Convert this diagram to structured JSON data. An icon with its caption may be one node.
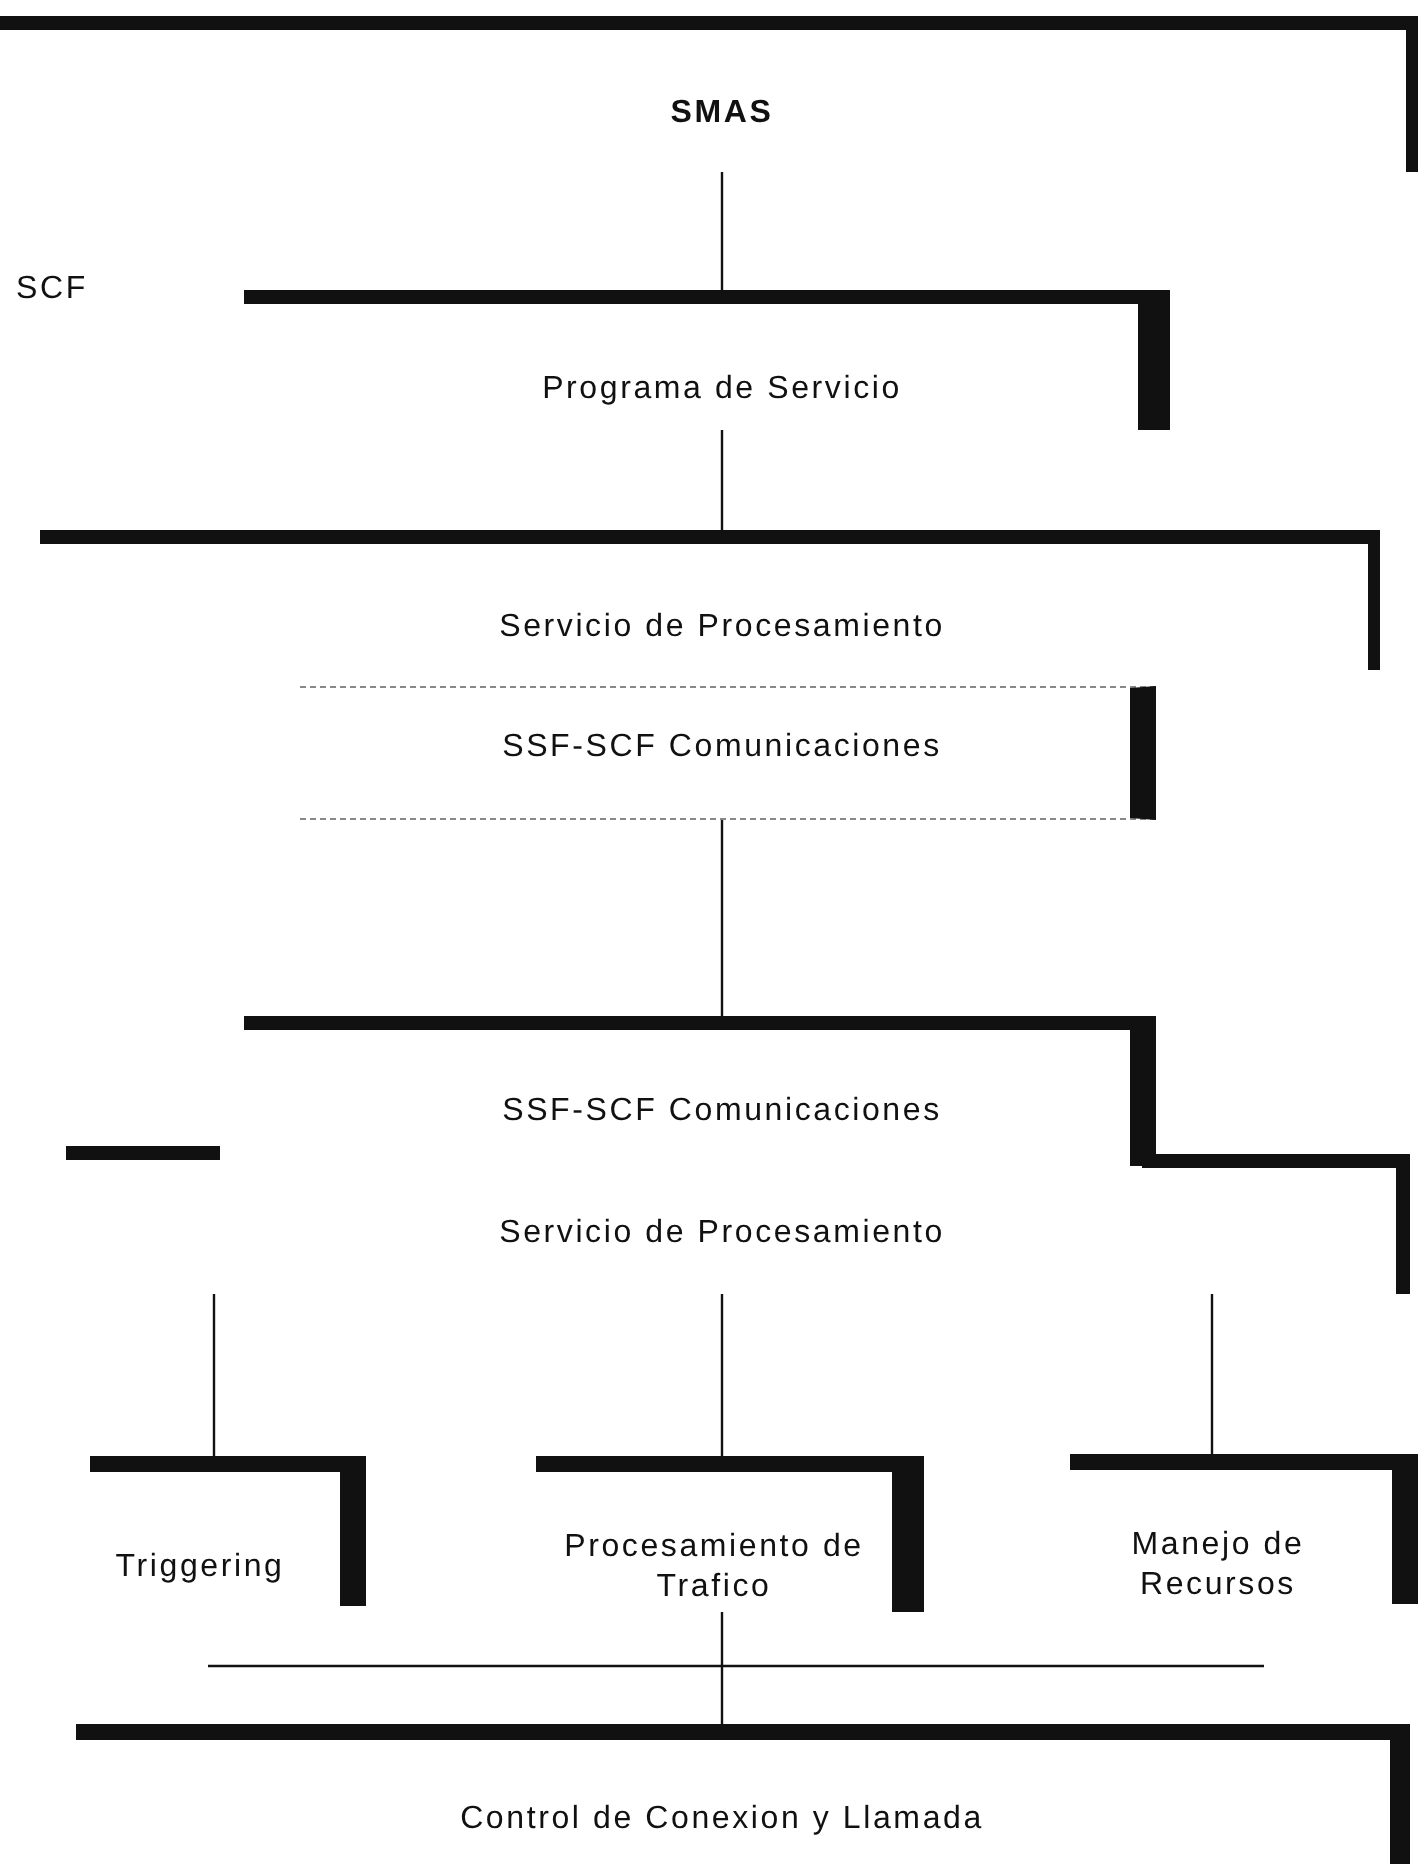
{
  "diagram": {
    "nodes": [
      {
        "text": [
          "SMAS"
        ]
      },
      {
        "text": [
          "Programa de Servicio"
        ]
      },
      {
        "text": [
          "Servicio de Procesamiento"
        ]
      },
      {
        "text": [
          "SSF-SCF Comunicaciones"
        ]
      },
      {
        "text": [
          "SSF-SCF Comunicaciones"
        ]
      },
      {
        "text": [
          "Servicio de Procesamiento"
        ]
      },
      {
        "text": [
          "Triggering"
        ]
      },
      {
        "text": [
          "Procesamiento de Trafico"
        ]
      },
      {
        "text": [
          "Manejo de Recursos"
        ]
      },
      {
        "text": [
          "Control de Conexion y Llamada"
        ]
      }
    ],
    "edges": [
      {
        "from": 0,
        "to": 1,
        "arrow": "none"
      },
      {
        "from": 1,
        "to": 2,
        "arrow": "none"
      },
      {
        "from": 3,
        "to": 4,
        "arrow": "none"
      },
      {
        "from": 5,
        "to": 6,
        "arrow": "none"
      },
      {
        "from": 5,
        "to": 7,
        "arrow": "none"
      },
      {
        "from": 5,
        "to": 8,
        "arrow": "none"
      },
      {
        "from": 7,
        "to": 9,
        "arrow": "none"
      }
    ],
    "labels": [
      "SCF"
    ]
  }
}
